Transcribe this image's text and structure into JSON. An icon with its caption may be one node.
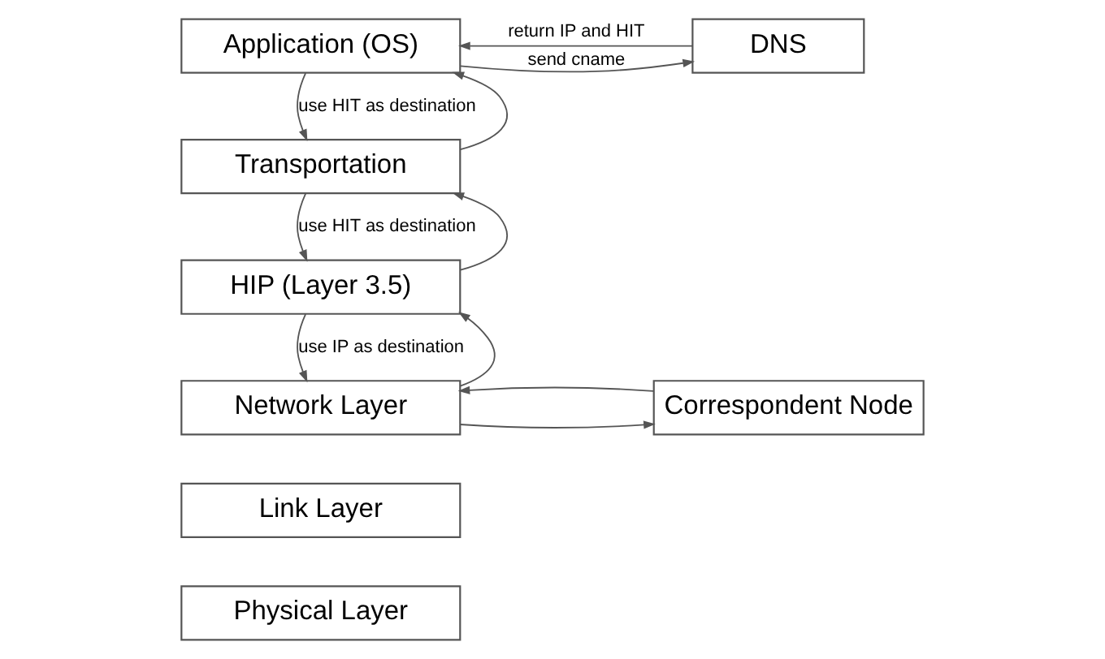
{
  "diagram": {
    "nodes": [
      {
        "text": [
          "Application (OS)"
        ]
      },
      {
        "text": [
          "DNS"
        ]
      },
      {
        "text": [
          "Transportation"
        ]
      },
      {
        "text": [
          "HIP (Layer 3.5)"
        ]
      },
      {
        "text": [
          "Network Layer"
        ]
      },
      {
        "text": [
          "Link Layer"
        ]
      },
      {
        "text": [
          "Physical Layer"
        ]
      },
      {
        "text": [
          "Correspondent Node"
        ]
      }
    ],
    "edges": [
      {
        "from": 0,
        "to": 1,
        "arrow": "to",
        "label": "send cname"
      },
      {
        "from": 1,
        "to": 0,
        "arrow": "to",
        "label": "return IP and HIT"
      },
      {
        "from": 2,
        "to": 0,
        "arrow": "to"
      },
      {
        "from": 0,
        "to": 2,
        "arrow": "to",
        "label": "use HIT as destination"
      },
      {
        "from": 3,
        "to": 2,
        "arrow": "to"
      },
      {
        "from": 2,
        "to": 3,
        "arrow": "to",
        "label": "use HIT as destination"
      },
      {
        "from": 4,
        "to": 3,
        "arrow": "to"
      },
      {
        "from": 3,
        "to": 4,
        "arrow": "to",
        "label": "use IP as destination"
      },
      {
        "from": 4,
        "to": 7,
        "arrow": "to"
      },
      {
        "from": 7,
        "to": 4,
        "arrow": "to"
      }
    ]
  }
}
